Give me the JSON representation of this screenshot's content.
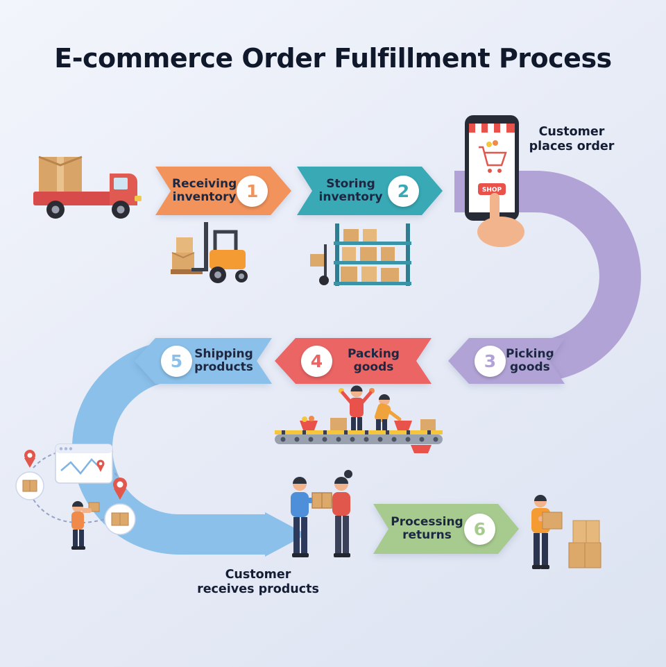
{
  "title": "E-commerce Order Fulfillment Process",
  "steps": [
    {
      "num": "1",
      "label": "Receiving\ninventory",
      "color": "#F2935C"
    },
    {
      "num": "2",
      "label": "Storing\ninventory",
      "color": "#39A9B5"
    },
    {
      "num": "3",
      "label": "Picking\ngoods",
      "color": "#B2A3D6"
    },
    {
      "num": "4",
      "label": "Packing\ngoods",
      "color": "#EC6565"
    },
    {
      "num": "5",
      "label": "Shipping\nproducts",
      "color": "#8AC0E9"
    },
    {
      "num": "6",
      "label": "Processing\nreturns",
      "color": "#A7CB8F"
    }
  ],
  "annotations": {
    "customer_places_order": "Customer\nplaces order",
    "customer_receives_products": "Customer\nreceives products"
  },
  "phone": {
    "shop_label": "SHOP"
  },
  "colors": {
    "background": "#E8ECF7",
    "title_text": "#10182B",
    "step_text": "#1C2742",
    "number_circle_bg": "#FFFFFF",
    "connector_purple": "#B2A3D6",
    "connector_blue": "#8AC0E9"
  }
}
